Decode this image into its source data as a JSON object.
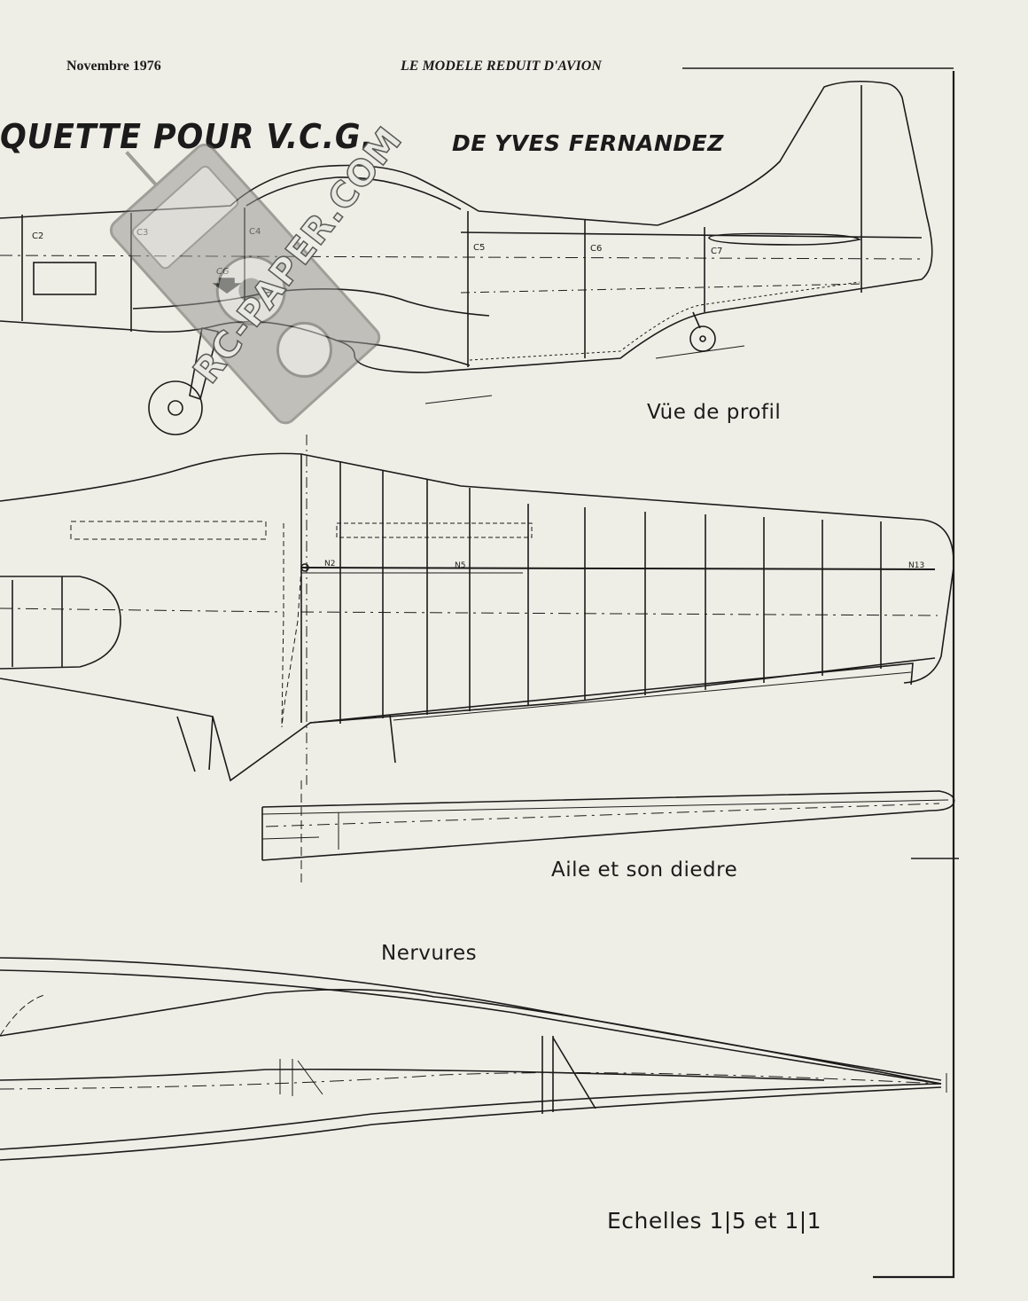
{
  "header": {
    "date": "Novembre 1976",
    "magazine": "LE MODELE REDUIT D'AVION"
  },
  "title": {
    "main": "QUETTE POUR V.C.G.",
    "author": "DE YVES FERNANDEZ"
  },
  "labels": {
    "side_view": "Vüe de profil",
    "wing": "Aile et son diedre",
    "ribs": "Nervures",
    "scales": "Echelles 1|5 et 1|1"
  },
  "formers": [
    "C2",
    "C3",
    "C4",
    "C5",
    "C6",
    "C7"
  ],
  "cg_label": "CG",
  "ribs_marked": [
    "N2",
    "N5",
    "N13"
  ],
  "watermark": "RC-PAPER.COM"
}
